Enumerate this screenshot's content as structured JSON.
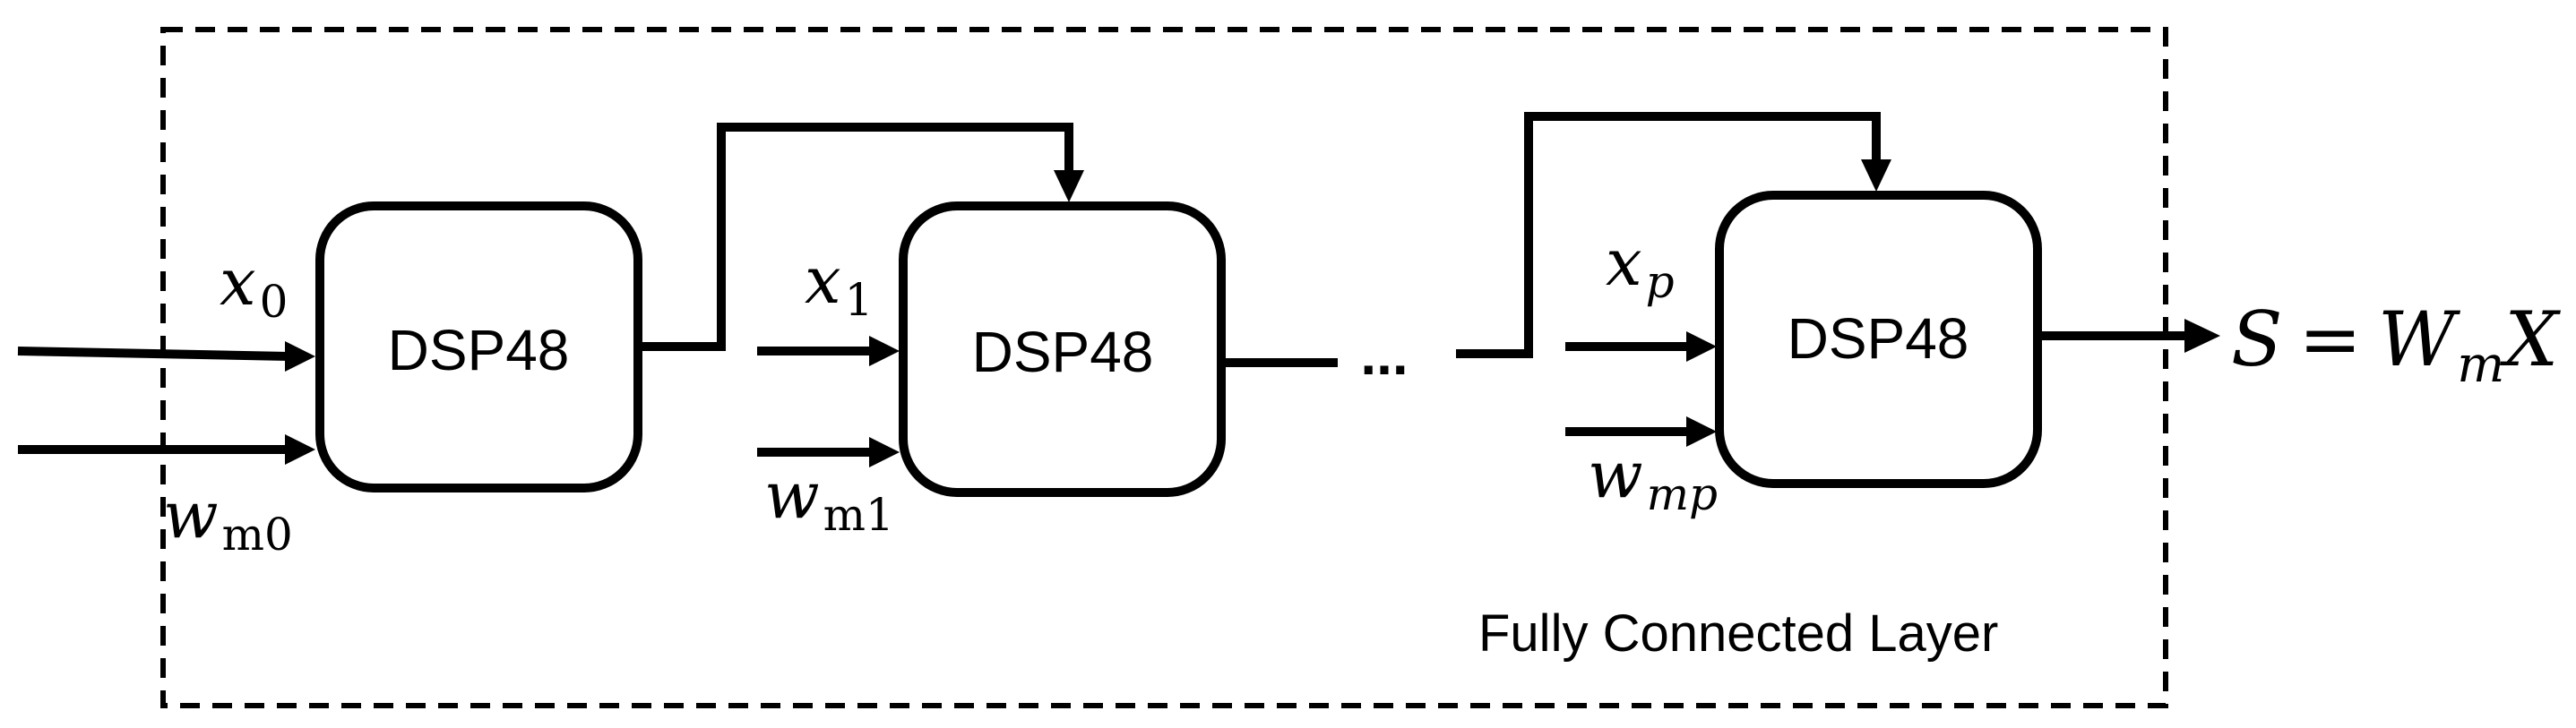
{
  "layer_label": "Fully Connected Layer",
  "blocks": [
    {
      "label": "DSP48"
    },
    {
      "label": "DSP48"
    },
    {
      "label": "DSP48"
    }
  ],
  "inputs": [
    {
      "x_base": "x",
      "x_sub": "0",
      "w_base": "w",
      "w_sub": "m0"
    },
    {
      "x_base": "x",
      "x_sub": "1",
      "w_base": "w",
      "w_sub": "m1"
    },
    {
      "x_base": "x",
      "x_sub": "p",
      "w_base": "w",
      "w_sub": "mp"
    }
  ],
  "ellipsis": "...",
  "output": {
    "lhs": "S",
    "eq": "=",
    "w_base": "W",
    "w_sub": "m",
    "x": "X"
  }
}
